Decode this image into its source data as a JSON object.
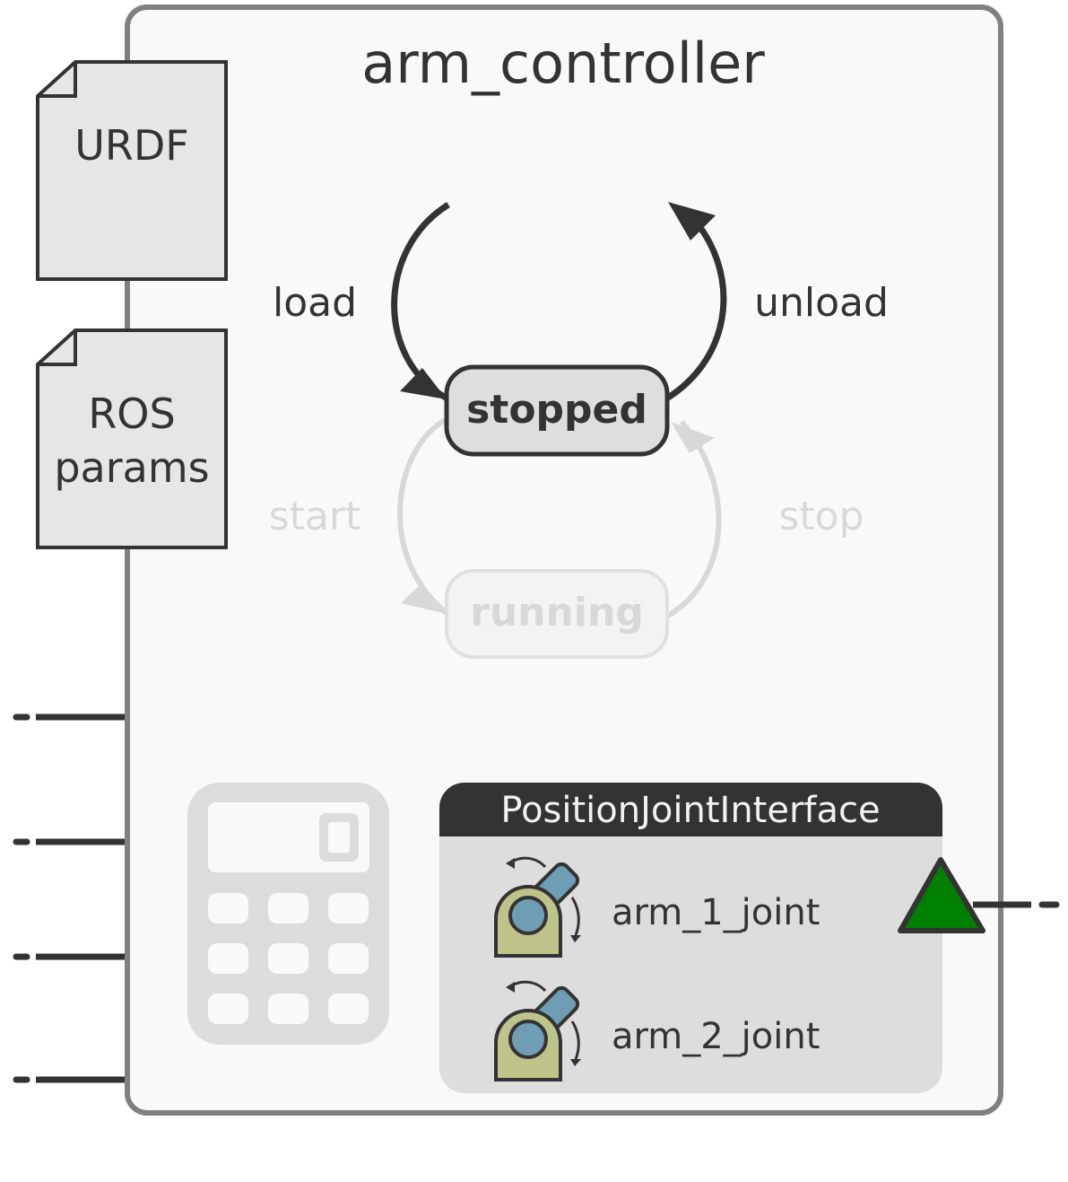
{
  "title": "arm_controller",
  "documents": [
    {
      "lines": [
        "URDF"
      ]
    },
    {
      "lines": [
        "ROS",
        "params"
      ]
    }
  ],
  "states": {
    "active": "stopped",
    "inactive": "running"
  },
  "transitions": {
    "load": "load",
    "unload": "unload",
    "start": "start",
    "stop": "stop"
  },
  "interface": {
    "title": "PositionJointInterface",
    "joints": [
      "arm_1_joint",
      "arm_2_joint"
    ]
  },
  "input_port_count": 4,
  "icons": {
    "calculator": "calculator-icon",
    "joint": "revolute-joint-icon",
    "output": "green-triangle-port-icon"
  },
  "colors": {
    "frame": "#808080",
    "panel": "#f9f9f9",
    "ink": "#333333",
    "doc_fill": "#e6e6e6",
    "state_fill": "#dedede",
    "faded": "#d8d8d8",
    "interface_header": "#333333",
    "interface_body": "#dddddd",
    "joint_body": "#bec38a",
    "joint_link": "#6f9db4",
    "port": "#008000"
  }
}
